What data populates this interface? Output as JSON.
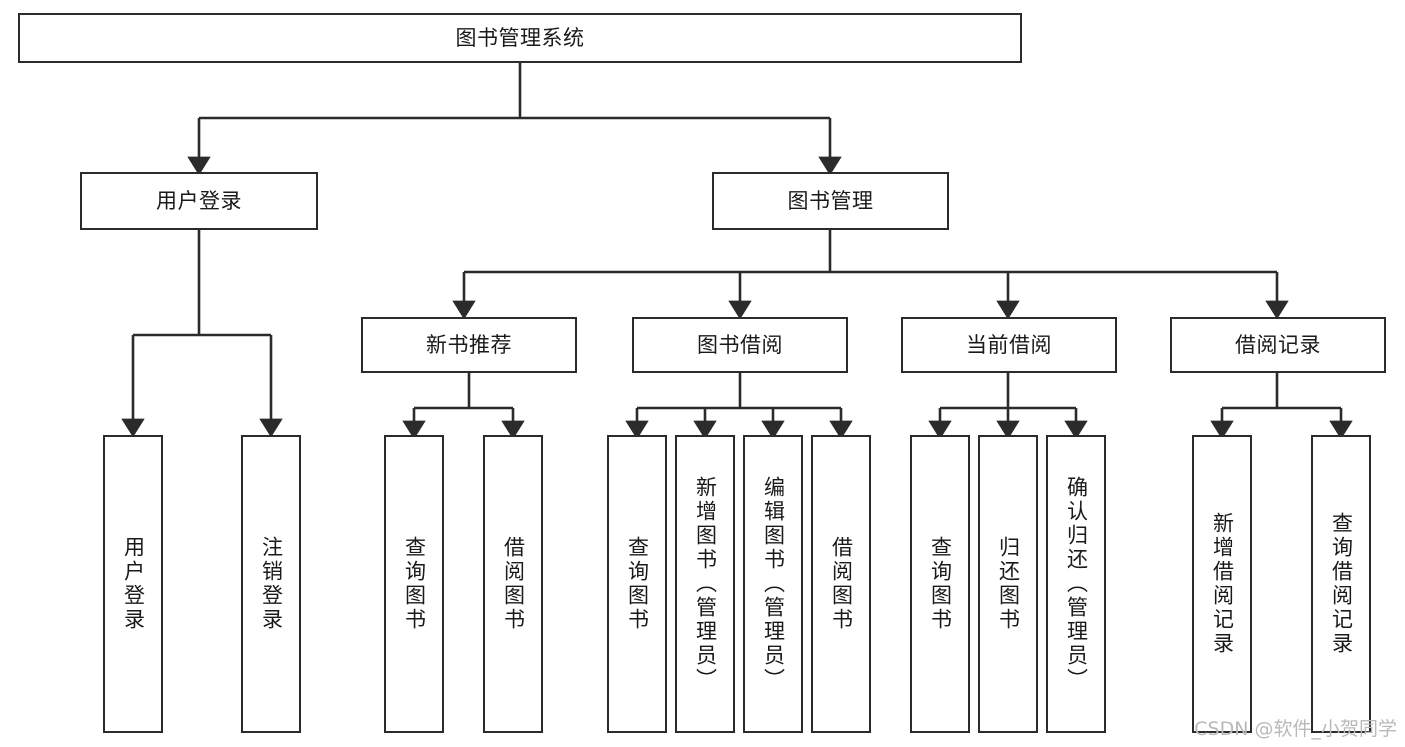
{
  "diagram": {
    "type": "tree-hierarchy",
    "title": "图书管理系统",
    "watermark": "CSDN @软件_小贺同学",
    "colors": {
      "stroke": "#2b2b2b",
      "fill": "#ffffff",
      "text": "#1a1a1a",
      "watermark": "#b9b9b9"
    },
    "levels": {
      "root": {
        "id": "root",
        "label": "图书管理系统",
        "orientation": "horizontal"
      },
      "level2": [
        {
          "id": "user-login",
          "label": "用户登录",
          "orientation": "horizontal"
        },
        {
          "id": "book-management",
          "label": "图书管理",
          "orientation": "horizontal"
        }
      ],
      "level3": [
        {
          "id": "new-book-recommend",
          "label": "新书推荐",
          "orientation": "horizontal",
          "parent": "book-management"
        },
        {
          "id": "book-borrow",
          "label": "图书借阅",
          "orientation": "horizontal",
          "parent": "book-management"
        },
        {
          "id": "current-borrow",
          "label": "当前借阅",
          "orientation": "horizontal",
          "parent": "book-management"
        },
        {
          "id": "borrow-record",
          "label": "借阅记录",
          "orientation": "horizontal",
          "parent": "book-management"
        }
      ],
      "leaves": [
        {
          "id": "leaf-user-login",
          "label": "用户登录",
          "orientation": "vertical",
          "parent": "user-login"
        },
        {
          "id": "leaf-logout-login",
          "label": "注销登录",
          "orientation": "vertical",
          "parent": "user-login"
        },
        {
          "id": "leaf-query-book-1",
          "label": "查询图书",
          "orientation": "vertical",
          "parent": "new-book-recommend"
        },
        {
          "id": "leaf-borrow-book-1",
          "label": "借阅图书",
          "orientation": "vertical",
          "parent": "new-book-recommend"
        },
        {
          "id": "leaf-query-book-2",
          "label": "查询图书",
          "orientation": "vertical",
          "parent": "book-borrow"
        },
        {
          "id": "leaf-add-book",
          "label": "新增图书（管理员）",
          "orientation": "vertical",
          "parent": "book-borrow"
        },
        {
          "id": "leaf-edit-book",
          "label": "编辑图书（管理员）",
          "orientation": "vertical",
          "parent": "book-borrow"
        },
        {
          "id": "leaf-borrow-book-2",
          "label": "借阅图书",
          "orientation": "vertical",
          "parent": "book-borrow"
        },
        {
          "id": "leaf-query-book-3",
          "label": "查询图书",
          "orientation": "vertical",
          "parent": "current-borrow"
        },
        {
          "id": "leaf-return-book",
          "label": "归还图书",
          "orientation": "vertical",
          "parent": "current-borrow"
        },
        {
          "id": "leaf-confirm-return",
          "label": "确认归还（管理员）",
          "orientation": "vertical",
          "parent": "current-borrow"
        },
        {
          "id": "leaf-add-record",
          "label": "新增借阅记录",
          "orientation": "vertical",
          "parent": "borrow-record"
        },
        {
          "id": "leaf-query-record",
          "label": "查询借阅记录",
          "orientation": "vertical",
          "parent": "borrow-record"
        }
      ]
    }
  }
}
